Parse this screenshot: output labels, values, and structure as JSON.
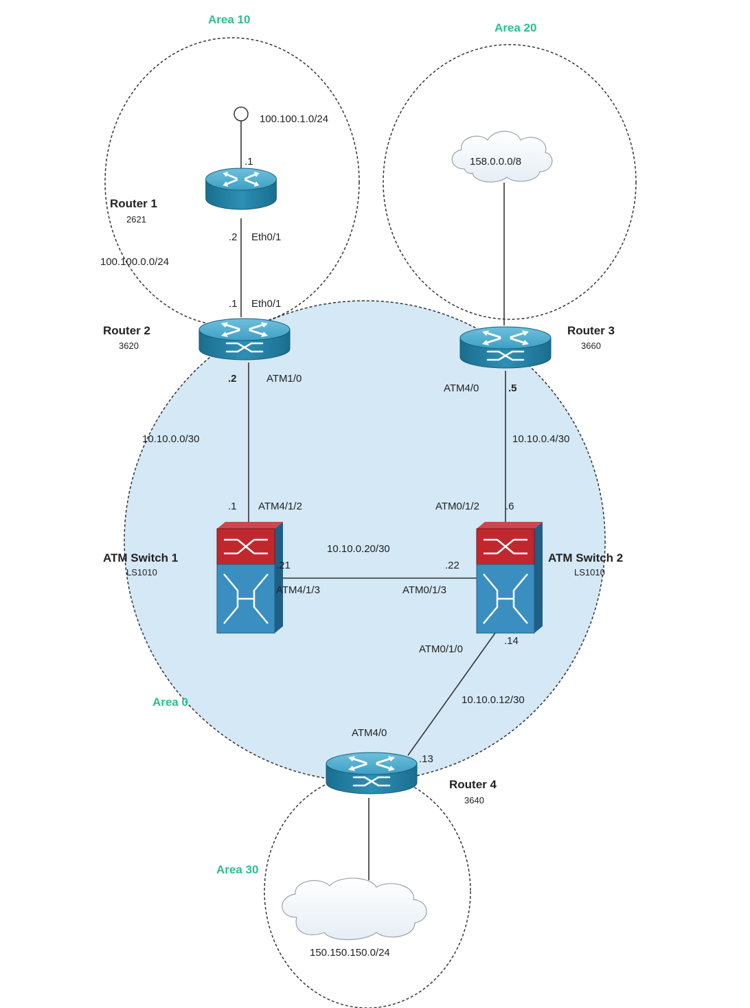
{
  "colors": {
    "area_label": "#2bbf8f",
    "backbone_fill": "#d4e8f6",
    "router_blue": "#2d8fb4",
    "switch_red": "#c0282e",
    "switch_blue": "#3a8fc0"
  },
  "areas": {
    "area10": "Area 10",
    "area20": "Area 20",
    "area0": "Area 0",
    "area30": "Area 30"
  },
  "devices": {
    "router1": {
      "name": "Router 1",
      "model": "2621",
      "icon": "router-icon"
    },
    "router2": {
      "name": "Router 2",
      "model": "3620",
      "icon": "router-icon"
    },
    "router3": {
      "name": "Router 3",
      "model": "3660",
      "icon": "router-icon"
    },
    "router4": {
      "name": "Router 4",
      "model": "3640",
      "icon": "router-icon"
    },
    "switch1": {
      "name": "ATM Switch 1",
      "model": "LS1010",
      "icon": "atm-switch-icon"
    },
    "switch2": {
      "name": "ATM Switch 2",
      "model": "LS1010",
      "icon": "atm-switch-icon"
    }
  },
  "networks": {
    "loopback": "100.100.1.0/24",
    "eth_net": "100.100.0.0/24",
    "r3_cloud": "158.0.0.0/8",
    "r4_cloud": "150.150.150.0/24",
    "net_r2_sw1": "10.10.0.0/30",
    "net_r3_sw2": "10.10.0.4/30",
    "net_sw1_sw2": "10.10.0.20/30",
    "net_sw2_r4": "10.10.0.12/30"
  },
  "interfaces": {
    "r1_loop_addr": ".1",
    "r1_eth_addr": ".2",
    "r1_eth_if": "Eth0/1",
    "r2_eth_addr": ".1",
    "r2_eth_if": "Eth0/1",
    "r2_atm_addr": ".2",
    "r2_atm_if": "ATM1/0",
    "sw1_r2_addr": ".1",
    "sw1_r2_if": "ATM4/1/2",
    "r3_atm_if": "ATM4/0",
    "r3_atm_addr": ".5",
    "sw2_r3_if": "ATM0/1/2",
    "sw2_r3_addr": ".6",
    "sw1_sw2_addr": ".21",
    "sw1_sw2_if": "ATM4/1/3",
    "sw2_sw1_addr": ".22",
    "sw2_sw1_if": "ATM0/1/3",
    "sw2_r4_if": "ATM0/1/0",
    "sw2_r4_addr": ".14",
    "r4_atm_if": "ATM4/0",
    "r4_atm_addr": ".13"
  }
}
